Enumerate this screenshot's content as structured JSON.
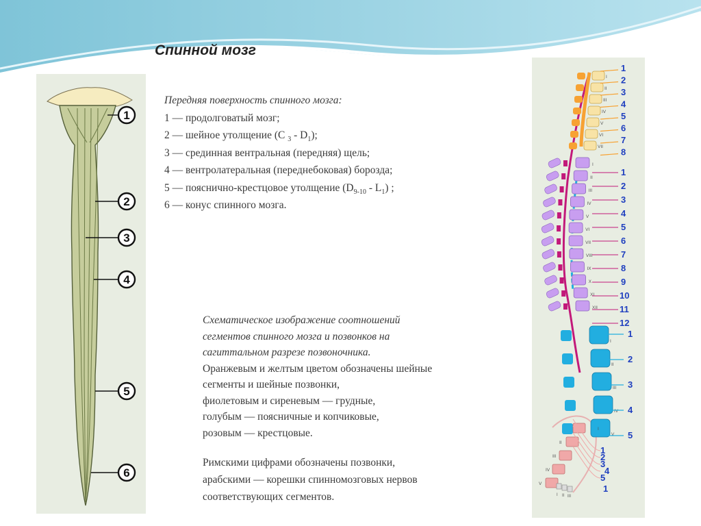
{
  "title": "Спинной мозг",
  "anterior": {
    "heading": "Передняя поверхность спинного мозга:",
    "items": [
      {
        "text": "1 — продолговатый мозг;"
      },
      {
        "pre": "2 — шейное утолщение (C ",
        "sub1": "3",
        "mid": " - D",
        "sub2": "1",
        "post": ");"
      },
      {
        "text": "3 — срединная вентральная (передняя) щель;"
      },
      {
        "text": "4 — вентролатеральная (переднебоковая) борозда;"
      },
      {
        "pre": "5 — пояснично-крестцовое утолщение (D",
        "sub1": "9-10",
        "mid": " - L",
        "sub2": "1",
        "post": ") ;"
      },
      {
        "text": "6 — конус спинного мозга."
      }
    ]
  },
  "schematic": {
    "italic_lines": [
      "Схематическое изображение соотношений",
      "сегментов спинного мозга и позвонков на",
      "сагиттальном разрезе позвоночника."
    ],
    "lines": [
      "Оранжевым и желтым цветом обозначены шейные",
      "сегменты и шейные позвонки,",
      "фиолетовым и сиреневым — грудные,",
      "голубым — поясничные и копчиковые,",
      "розовым — крестцовые."
    ]
  },
  "legend_note": {
    "lines": [
      "Римскими цифрами обозначены позвонки,",
      "арабскими — корешки спинномозговых нервов",
      "соответствующих сегментов."
    ]
  },
  "cord_figure": {
    "callouts": [
      "1",
      "2",
      "3",
      "4",
      "5",
      "6"
    ]
  },
  "spine_figure": {
    "cervical_nerves": [
      "1",
      "2",
      "3",
      "4",
      "5",
      "6",
      "7",
      "8"
    ],
    "cervical_vertebrae": [
      "I",
      "II",
      "III",
      "IV",
      "V",
      "VI",
      "VII"
    ],
    "thoracic_nerves": [
      "1",
      "2",
      "3",
      "4",
      "5",
      "6",
      "7",
      "8",
      "9",
      "10",
      "11",
      "12"
    ],
    "thoracic_vertebrae": [
      "I",
      "II",
      "III",
      "IV",
      "V",
      "VI",
      "VII",
      "VIII",
      "IX",
      "X",
      "XI",
      "XII"
    ],
    "lumbar_nerves": [
      "1",
      "2",
      "3",
      "4",
      "5"
    ],
    "lumbar_vertebrae": [
      "I",
      "II",
      "III",
      "IV",
      "V"
    ],
    "sacral_nerves": [
      "1",
      "2",
      "3",
      "4",
      "5"
    ],
    "sacral_vertebrae": [
      "I",
      "II",
      "III",
      "IV",
      "V"
    ],
    "coccygeal_nerve": "1",
    "coccygeal_vertebrae": [
      "I",
      "II",
      "III"
    ]
  },
  "colors": {
    "cervical": "#f7a233",
    "cervical_vertebra": "#f8e3a6",
    "thoracic": "#c2197a",
    "thoracic_vertebra": "#c89ef0",
    "lumbar": "#22aee0",
    "lumbar_vertebra": "#22aee0",
    "sacral": "#f0a8a8",
    "label_blue": "#1f3fbf"
  }
}
